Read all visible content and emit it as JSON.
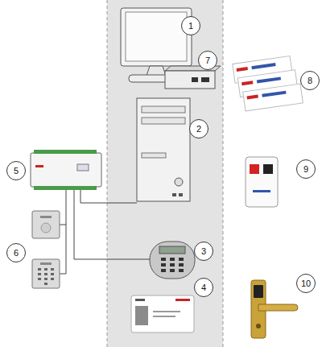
{
  "diagram": {
    "nodes": [
      {
        "text": [
          "1"
        ]
      },
      {
        "text": [
          "7"
        ]
      },
      {
        "text": [
          "8"
        ]
      },
      {
        "text": [
          "2"
        ]
      },
      {
        "text": [
          "5"
        ]
      },
      {
        "text": [
          "9"
        ]
      },
      {
        "text": [
          "3"
        ]
      },
      {
        "text": [
          "6"
        ]
      },
      {
        "text": [
          "4"
        ]
      },
      {
        "text": [
          "10"
        ]
      }
    ]
  }
}
